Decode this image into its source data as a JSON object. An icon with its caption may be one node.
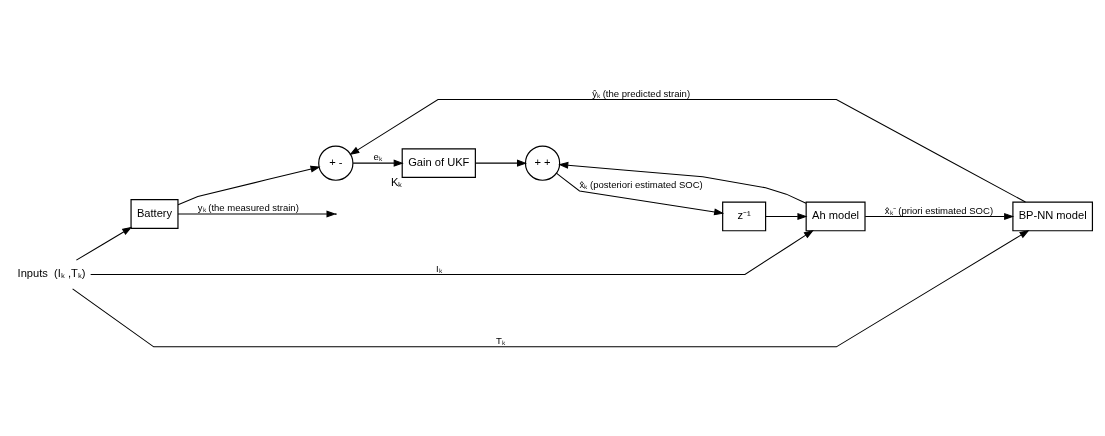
{
  "diagram": {
    "nodes": [
      {
        "text": [
          "Battery"
        ]
      },
      {
        "text": [
          "BP-NN model"
        ]
      },
      {
        "text": [
          "Ah model"
        ]
      },
      {
        "text": [
          "+",
          "-"
        ]
      },
      {
        "text": [
          "z⁻¹"
        ]
      },
      {
        "text": [
          "Gain of UKF"
        ],
        "beside": [
          "Kₖ"
        ]
      },
      {
        "text": [
          "+",
          "+"
        ]
      },
      {
        "text": [
          "Inputs  (Iₖ ,Tₖ)"
        ]
      }
    ],
    "edges": [
      {
        "from": 7,
        "to": 0,
        "arrow": "to"
      },
      {
        "from": 7,
        "to": 1,
        "arrow": "to",
        "label": "Tₖ"
      },
      {
        "from": 7,
        "to": 2,
        "arrow": "to",
        "label": "Iₖ"
      },
      {
        "from": 0,
        "to": null,
        "arrow": "to",
        "label": "yₖ (the measured strain)"
      },
      {
        "from": 0,
        "to": 3,
        "arrow": "to"
      },
      {
        "from": 2,
        "to": 1,
        "arrow": "to",
        "label": "x̂ₖ⁻ (priori estimated SOC)"
      },
      {
        "from": 2,
        "to": 6,
        "arrow": "to"
      },
      {
        "from": 1,
        "to": 3,
        "arrow": "to",
        "label": "ŷₖ (the predicted strain)"
      },
      {
        "from": 3,
        "to": 5,
        "arrow": "to",
        "label": "eₖ"
      },
      {
        "from": 5,
        "to": 6,
        "arrow": "to"
      },
      {
        "from": 6,
        "to": 4,
        "arrow": "to",
        "label": "x̂ₖ (posteriori estimated SOC)"
      },
      {
        "from": 4,
        "to": 2,
        "arrow": "to"
      }
    ]
  }
}
